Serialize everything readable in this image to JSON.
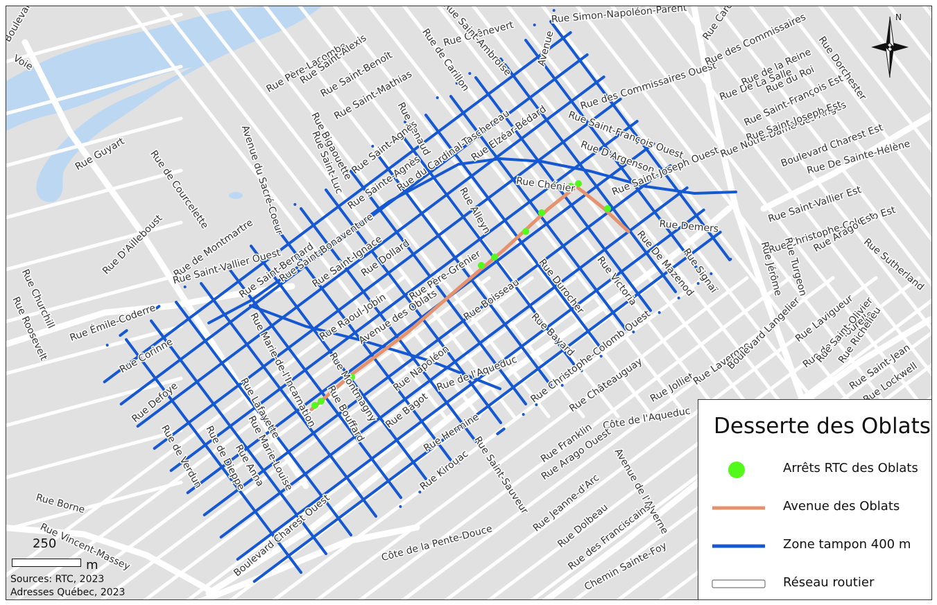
{
  "legend": {
    "title": "Desserte des Oblats",
    "items": [
      {
        "label": "Arrêts RTC des Oblats",
        "symbol": "circle",
        "color": "#52f91a"
      },
      {
        "label": "Avenue des Oblats",
        "symbol": "line",
        "color": "#e4936e"
      },
      {
        "label": "Zone tampon 400 m",
        "symbol": "line",
        "color": "#1658d1"
      },
      {
        "label": "Réseau routier",
        "symbol": "outline-line",
        "color": "#ffffff"
      }
    ]
  },
  "scale": {
    "value": "250",
    "unit": "m"
  },
  "sources": [
    "Sources: RTC, 2023",
    "Adresses Québec, 2023"
  ],
  "north": {
    "label": "N",
    "icon": "north-arrow-icon"
  },
  "colors": {
    "land": "#e1e1e1",
    "water": "#bcd7f2",
    "roads": "#ffffff",
    "buffer": "#1658d1",
    "avenue": "#e4936e",
    "stops": "#52f91a"
  },
  "street_labels": [
    "Rue Chênevert",
    "Rue Simon-Napoléon-Parent",
    "Rue Père-Lacombe",
    "Rue Saint-Alexis",
    "Rue Saint-Benoît",
    "Rue Saint-Mathias",
    "Rue de Carillon",
    "Rue Saint-Ambroise",
    "Avenue",
    "Rue des Commissaires Ouest",
    "Rue Renaud",
    "Rue Bigaouette",
    "Rue Saint-Agnès",
    "Rue du Cardinal-Taschereau",
    "Rue Elzéar-Bédard",
    "Rue Saint-François Ouest",
    "Rue D'Argenson",
    "Rue Chénier",
    "Rue Saint-Joseph Ouest",
    "Rue Saint-Vallier Est",
    "Rue Christophe-Colomb Est",
    "Rue Demers",
    "Rue De Mazenod",
    "Rue Signaï",
    "Rue Victoria",
    "Rue Durocher",
    "Rue Alleyn",
    "Rue Père-Grenier",
    "Rue Boisseau",
    "Avenue des Oblats",
    "Rue Raoul-Jobin",
    "Rue Dollard",
    "Rue Saint-Ignace",
    "Rue Saint-Bonaventure",
    "Rue Saint-Bernard",
    "Rue Sainte-Agnès",
    "Rue Saint-Luc",
    "Avenue du Sacré-Coeur",
    "Rue de Courcelette",
    "Rue Guyart",
    "Rue D'Ailleboust",
    "Rue de Montmartre",
    "Rue Saint-Vallier Ouest",
    "Rue Émile-Coderre",
    "Rue Churchill",
    "Rue Roosevelt",
    "Rue Corinne",
    "Rue Defoye",
    "Rue de Verdun",
    "Rue Borne",
    "Rue Vincent-Massey",
    "Rue Marie-de-l'Incarnation",
    "Rue Lafayette",
    "Rue Marie-Louise",
    "Rue Anna",
    "Rue de Dieppe",
    "Boulevard Charest Ouest",
    "Rue Bouffard",
    "Rue Montmagny",
    "Rue Napoléon",
    "Rue de l'Aqueduc",
    "Rue Bagot",
    "Rue Hermine",
    "Rue Kirouac",
    "Rue Saint-Sauveur",
    "Rue Christophe-Colomb Ouest",
    "Rue Bayard",
    "Rue Châteauguay",
    "Rue Franklin",
    "Côte de l'Aqueduc",
    "Rue Arago Ouest",
    "Avenue de l'Alverne",
    "Rue Jeanne-d'Arc",
    "Rue Dolbeau",
    "Rue des Franciscains",
    "Chemin Sainte-Foy",
    "Côte de la Pente-Douce",
    "Rue Jolliet",
    "Rue Lavergne",
    "Boulevard Langelier",
    "Rue Jérôme",
    "Rue Turgeon",
    "Rue Arago Est",
    "Rue Lavigueur",
    "Rue de la Tourelle",
    "Rue Saint-Olivier",
    "Rue Richelieu",
    "Rue Saint-Jean",
    "Rue Lockwell",
    "Rue Sutherland",
    "Rue De Sainte-Hélène",
    "Boulevard Charest Est",
    "Rue Notre-Dame-des-Anges",
    "Rue Saint-Joseph Est",
    "Rue Saint-François Est",
    "Rue du Roi",
    "Rue De La Salle",
    "Rue de la Reine",
    "Rue Dorchester",
    "Rue des Commissaires",
    "Rue Caron",
    "Boulevard",
    "Voie"
  ]
}
